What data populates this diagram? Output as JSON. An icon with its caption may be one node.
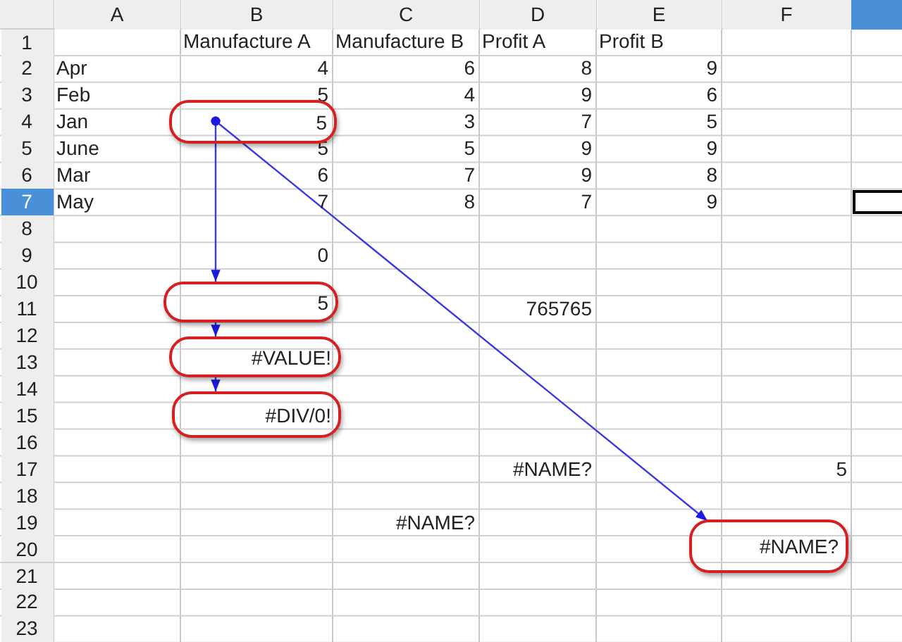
{
  "diagram": {
    "nodes": [
      {
        "text": [
          "5"
        ]
      },
      {
        "text": [
          "5"
        ]
      },
      {
        "text": [
          "#VALUE!"
        ]
      },
      {
        "text": [
          "#DIV/0!"
        ]
      },
      {
        "text": [
          "#NAME?"
        ]
      }
    ],
    "edges": [
      {
        "from": 0,
        "to": 1,
        "arrow": "to"
      },
      {
        "from": 1,
        "to": 2,
        "arrow": "to"
      },
      {
        "from": 2,
        "to": 3,
        "arrow": "to"
      },
      {
        "from": 0,
        "to": 4,
        "arrow": "to"
      }
    ],
    "labels": [
      "A",
      "B",
      "C",
      "D",
      "E",
      "F",
      "1",
      "Manufacture A",
      "Manufacture B",
      "Profit A",
      "Profit B",
      "2",
      "Apr",
      "4",
      "6",
      "8",
      "9",
      "3",
      "Feb",
      "5",
      "4",
      "9",
      "6",
      "4",
      "Jan",
      "3",
      "7",
      "5",
      "5",
      "June",
      "5",
      "5",
      "9",
      "9",
      "6",
      "Mar",
      "6",
      "7",
      "9",
      "8",
      "7",
      "May",
      "7",
      "8",
      "7",
      "9",
      "8",
      "9",
      "0",
      "10",
      "11",
      "765765",
      "12",
      "13",
      "14",
      "15",
      "16",
      "17",
      "#NAME?",
      "5",
      "18",
      "19",
      "#NAME?",
      "20",
      "21",
      "22",
      "23"
    ]
  }
}
